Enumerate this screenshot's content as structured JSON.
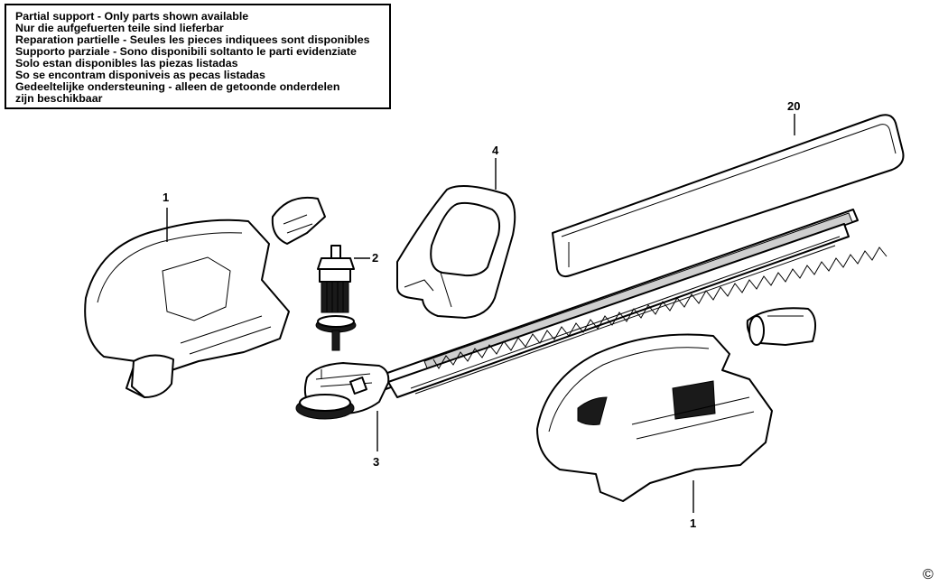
{
  "notice": {
    "lines": [
      "Partial support - Only parts shown available",
      "Nur die aufgefuerten teile sind lieferbar",
      "Reparation partielle - Seules les pieces indiquees sont disponibles",
      "Supporto parziale - Sono disponibili soltanto le parti evidenziate",
      "Solo estan disponibles las piezas listadas",
      "So se encontram disponiveis as pecas listadas",
      "Gedeeltelijke ondersteuning - alleen de getoonde onderdelen",
      "zijn beschikbaar"
    ]
  },
  "callouts": {
    "housing_left": "1",
    "armature": "2",
    "blade_assembly": "3",
    "front_handle": "4",
    "blade_guard": "20",
    "housing_right": "1"
  },
  "copyright": "©"
}
